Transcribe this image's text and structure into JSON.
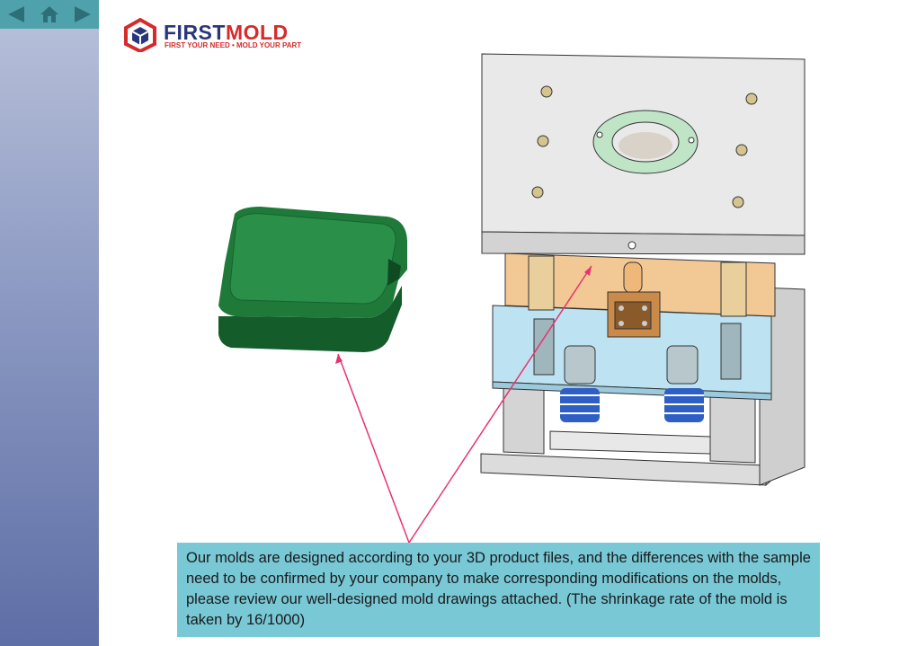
{
  "nav": {
    "back_icon": "triangle-left-icon",
    "home_icon": "home-icon",
    "next_icon": "triangle-right-icon"
  },
  "logo": {
    "first": "FIRST",
    "mold": "MOLD",
    "tagline": "FIRST YOUR NEED • MOLD YOUR PART"
  },
  "colors": {
    "nav_bar": "#4fa2ac",
    "sidebar": "#7d8cc0",
    "callout": "#78c8d6",
    "arrow": "#e8336d",
    "part": "#1f7a3a"
  },
  "callout": {
    "text": "Our molds are designed according to your 3D product files, and the differences with the sample need to be confirmed by your company to make corresponding modifications on the molds, please review our well-designed mold drawings attached. (The shrinkage rate of the mold is taken by 16/1000)"
  }
}
